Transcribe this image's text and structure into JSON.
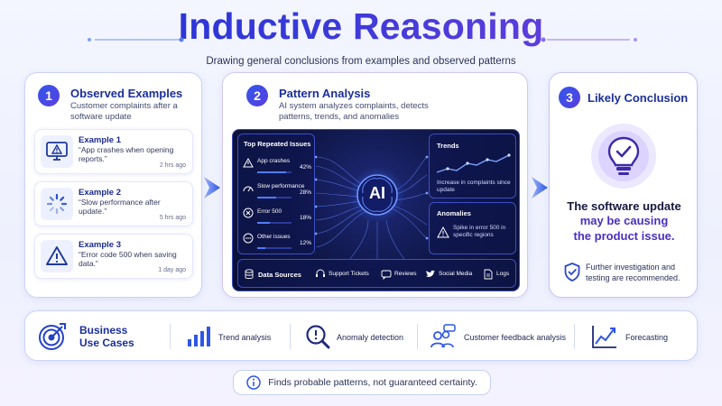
{
  "header": {
    "title": "Inductive Reasoning",
    "subtitle": "Drawing general conclusions from examples and observed patterns"
  },
  "colors": {
    "primary": "#2b3fd6",
    "accent": "#6a3fe0",
    "background": "#eef1fd",
    "dark_panel": "#0f1647"
  },
  "observed": {
    "number": "1",
    "title": "Observed Examples",
    "desc": "Customer complaints after a software update",
    "examples": [
      {
        "title": "Example 1",
        "quote": "“App crashes when opening reports.”",
        "time": "2 hrs ago",
        "icon": "warning-monitor-icon"
      },
      {
        "title": "Example 2",
        "quote": "“Slow performance after update.”",
        "time": "5 hrs ago",
        "icon": "loading-spinner-icon"
      },
      {
        "title": "Example 3",
        "quote": "“Error code 500 when saving data.”",
        "time": "1 day ago",
        "icon": "warning-triangle-icon"
      }
    ]
  },
  "analysis": {
    "number": "2",
    "title": "Pattern Analysis",
    "desc": "AI system analyzes complaints, detects patterns, trends, and anomalies",
    "top_issues_title": "Top Repeated Issues",
    "issues": [
      {
        "label": "App crashes",
        "value": "42%"
      },
      {
        "label": "Slow performance",
        "value": "28%"
      },
      {
        "label": "Error 500",
        "value": "18%"
      },
      {
        "label": "Other issues",
        "value": "12%"
      }
    ],
    "ai_label": "AI",
    "trends_title": "Trends",
    "trends_text": "Increase in complaints since update",
    "anomalies_title": "Anomalies",
    "anomalies_text": "Spike in error 500 in specific regions",
    "sources": [
      "Data Sources",
      "Support Tickets",
      "Reviews",
      "Social Media",
      "Logs"
    ]
  },
  "conclusion": {
    "number": "3",
    "title": "Likely Conclusion",
    "line1": "The software update",
    "line2": "may be causing",
    "line3": "the product issue.",
    "note": "Further investigation and testing are recommended."
  },
  "use_cases": {
    "title_line1": "Business",
    "title_line2": "Use Cases",
    "items": [
      "Trend analysis",
      "Anomaly detection",
      "Customer feedback analysis",
      "Forecasting"
    ]
  },
  "footer": {
    "text": "Finds probable patterns, not guaranteed certainty."
  }
}
